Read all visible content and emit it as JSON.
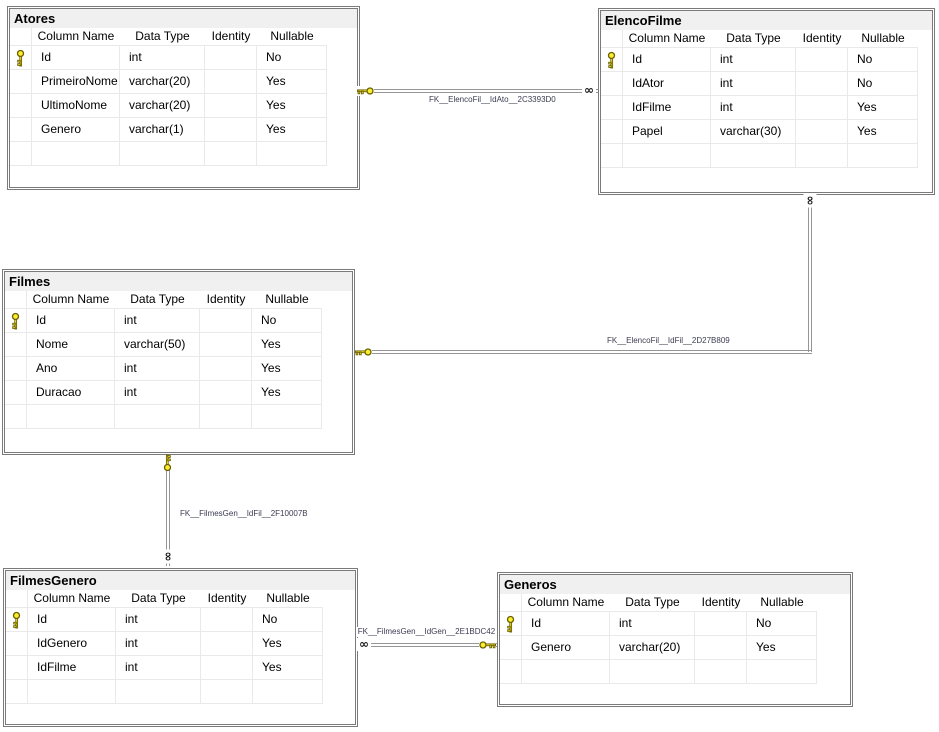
{
  "grid_headers": {
    "column_name": "Column Name",
    "data_type": "Data Type",
    "identity": "Identity",
    "nullable": "Nullable"
  },
  "tables": {
    "atores": {
      "title": "Atores",
      "rows": [
        {
          "pk": true,
          "name": "Id",
          "type": "int",
          "identity": "",
          "nullable": "No"
        },
        {
          "pk": false,
          "name": "PrimeiroNome",
          "type": "varchar(20)",
          "identity": "",
          "nullable": "Yes"
        },
        {
          "pk": false,
          "name": "UltimoNome",
          "type": "varchar(20)",
          "identity": "",
          "nullable": "Yes"
        },
        {
          "pk": false,
          "name": "Genero",
          "type": "varchar(1)",
          "identity": "",
          "nullable": "Yes"
        }
      ]
    },
    "elencofilme": {
      "title": "ElencoFilme",
      "rows": [
        {
          "pk": true,
          "name": "Id",
          "type": "int",
          "identity": "",
          "nullable": "No"
        },
        {
          "pk": false,
          "name": "IdAtor",
          "type": "int",
          "identity": "",
          "nullable": "No"
        },
        {
          "pk": false,
          "name": "IdFilme",
          "type": "int",
          "identity": "",
          "nullable": "Yes"
        },
        {
          "pk": false,
          "name": "Papel",
          "type": "varchar(30)",
          "identity": "",
          "nullable": "Yes"
        }
      ]
    },
    "filmes": {
      "title": "Filmes",
      "rows": [
        {
          "pk": true,
          "name": "Id",
          "type": "int",
          "identity": "",
          "nullable": "No"
        },
        {
          "pk": false,
          "name": "Nome",
          "type": "varchar(50)",
          "identity": "",
          "nullable": "Yes"
        },
        {
          "pk": false,
          "name": "Ano",
          "type": "int",
          "identity": "",
          "nullable": "Yes"
        },
        {
          "pk": false,
          "name": "Duracao",
          "type": "int",
          "identity": "",
          "nullable": "Yes"
        }
      ]
    },
    "filmesgenero": {
      "title": "FilmesGenero",
      "rows": [
        {
          "pk": true,
          "name": "Id",
          "type": "int",
          "identity": "",
          "nullable": "No"
        },
        {
          "pk": false,
          "name": "IdGenero",
          "type": "int",
          "identity": "",
          "nullable": "Yes"
        },
        {
          "pk": false,
          "name": "IdFilme",
          "type": "int",
          "identity": "",
          "nullable": "Yes"
        }
      ]
    },
    "generos": {
      "title": "Generos",
      "rows": [
        {
          "pk": true,
          "name": "Id",
          "type": "int",
          "identity": "",
          "nullable": "No"
        },
        {
          "pk": false,
          "name": "Genero",
          "type": "varchar(20)",
          "identity": "",
          "nullable": "Yes"
        }
      ]
    }
  },
  "relations": {
    "elenco_idator": {
      "label": "FK__ElencoFil__IdAto__2C3393D0"
    },
    "elenco_idfilme": {
      "label": "FK__ElencoFil__IdFil__2D27B809"
    },
    "filmesgen_idfilme": {
      "label": "FK__FilmesGen__IdFil__2F10007B"
    },
    "filmesgen_idgenero": {
      "label": "FK__FilmesGen__IdGen__2E1BDC42"
    }
  },
  "symbols": {
    "infinity": "∞"
  },
  "colors": {
    "table_border": "#7a7a7a",
    "title_bar_bg": "#f0f0f0",
    "grid_line": "#e9e9e9",
    "relation_line": "#969696",
    "key_fill": "#f9ee30",
    "key_outline": "#6b5f00",
    "fk_label_text": "#3c3c52"
  }
}
